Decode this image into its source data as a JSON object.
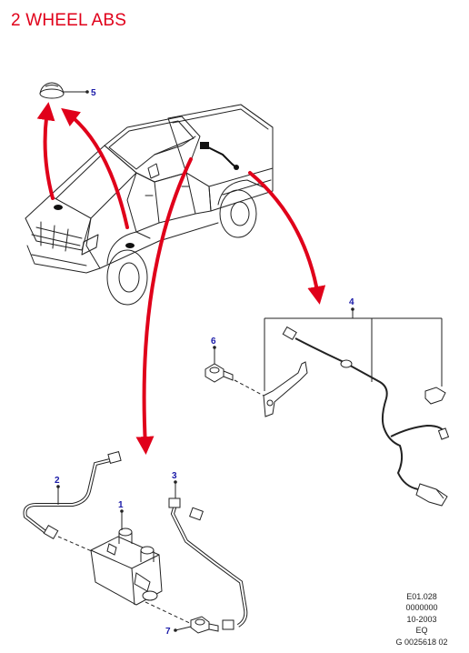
{
  "title": "2 WHEEL ABS",
  "callouts": {
    "c1": "1",
    "c2": "2",
    "c3": "3",
    "c4": "4",
    "c5": "5",
    "c6": "6",
    "c7": "7"
  },
  "reference": {
    "line1": "E01.028",
    "line2": "0000000",
    "line3": "10-2003",
    "line4": "EQ",
    "line5": "G 0025618 02"
  },
  "colors": {
    "title": "#e0001a",
    "arrows": "#e0001a",
    "callouts": "#1a1aa8",
    "linework": "#222222"
  }
}
